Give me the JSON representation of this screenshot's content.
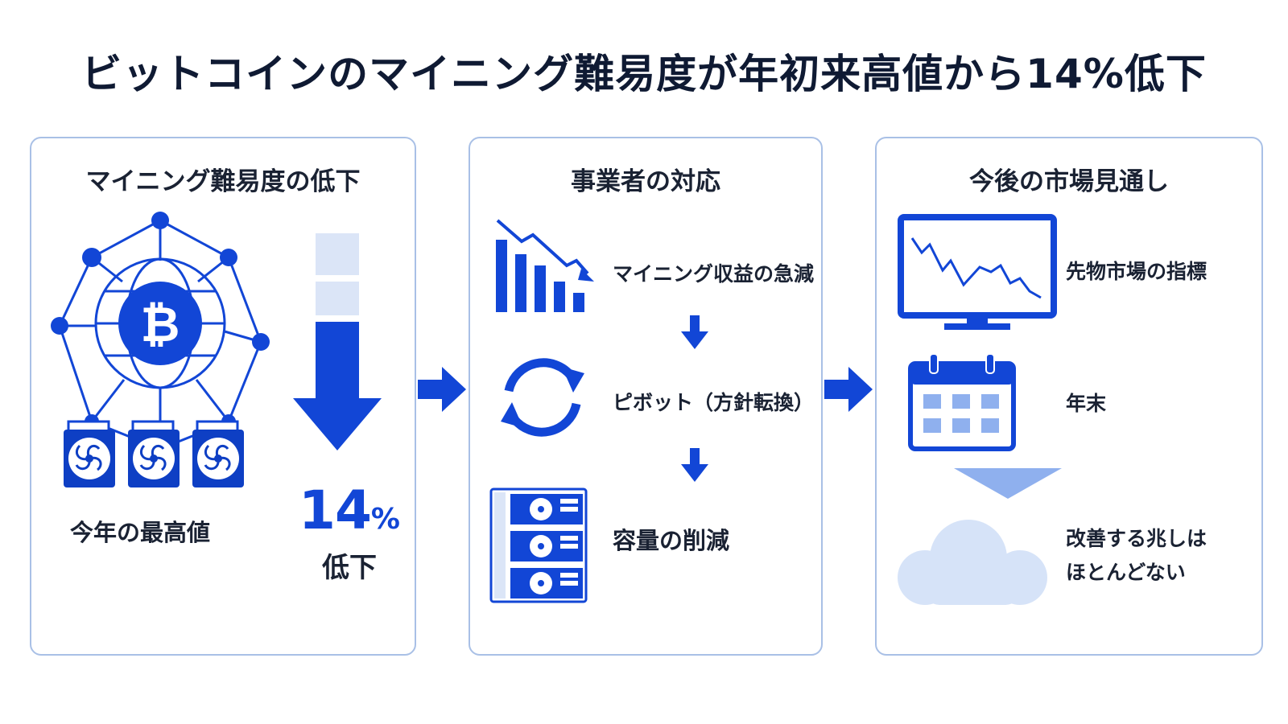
{
  "title": "ビットコインのマイニング難易度が年初来高値から14%低下",
  "colors": {
    "accent": "#1246d6",
    "light": "#dbe5f7",
    "border": "#a9c0e6",
    "text": "#1a2233"
  },
  "panel1": {
    "title": "マイニング難易度の低下",
    "peak_label": "今年の最高値",
    "percent_value": "14",
    "percent_sign": "%",
    "percent_label": "低下",
    "icons": [
      "bitcoin-network-icon",
      "mining-rig-icon",
      "down-arrow-icon"
    ]
  },
  "panel2": {
    "title": "事業者の対応",
    "steps": [
      {
        "label": "マイニング収益の急減",
        "icon": "declining-chart-icon"
      },
      {
        "label": "ピボット（方針転換）",
        "icon": "cycle-arrows-icon"
      },
      {
        "label": "容量の削減",
        "icon": "server-rack-icon"
      }
    ]
  },
  "panel3": {
    "title": "今後の市場見通し",
    "items": [
      {
        "label": "先物市場の指標",
        "icon": "monitor-chart-icon"
      },
      {
        "label": "年末",
        "icon": "calendar-icon"
      }
    ],
    "outlook_line1": "改善する兆しは",
    "outlook_line2": "ほとんどない",
    "outlook_icon": "cloud-icon"
  }
}
